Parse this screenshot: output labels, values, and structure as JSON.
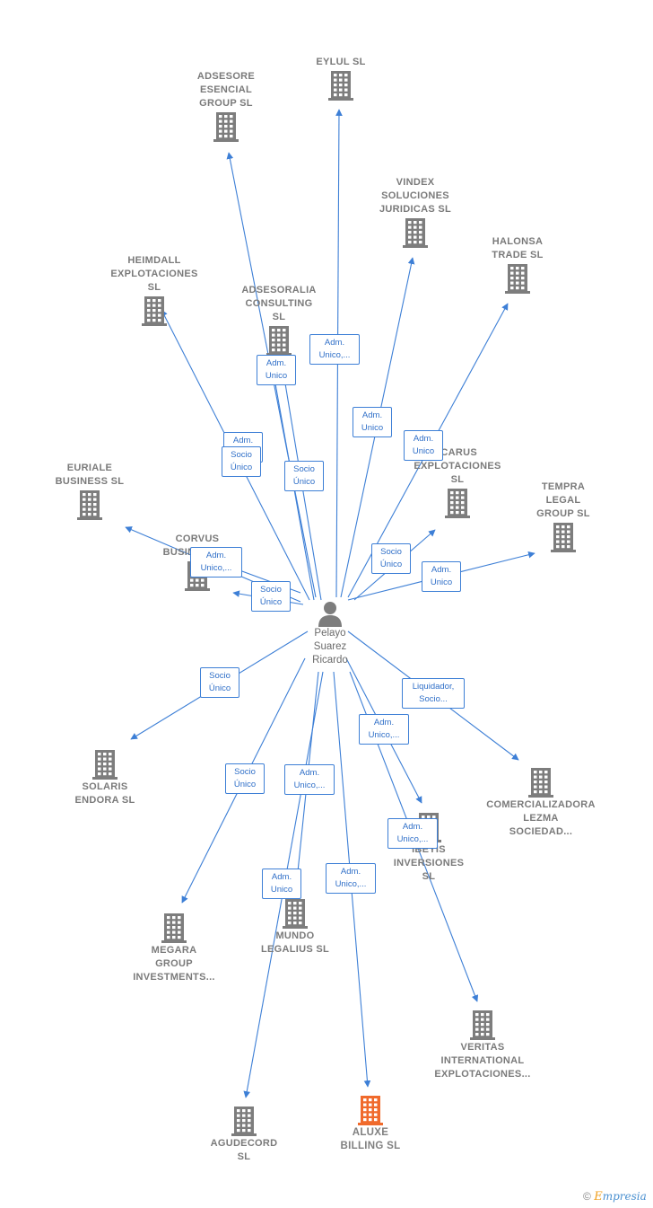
{
  "person": {
    "name": "Pelayo\nSuarez\nRicardo"
  },
  "colors": {
    "edge": "#3d7fd6",
    "company_icon": "#7d7d7d",
    "main_company_icon": "#f06a2c"
  },
  "companies": [
    {
      "id": "eylul",
      "label": "EYLUL SL"
    },
    {
      "id": "adsesore",
      "label": "ADSESORE\nESENCIAL\nGROUP SL"
    },
    {
      "id": "vindex",
      "label": "VINDEX\nSOLUCIONES\nJURIDICAS SL"
    },
    {
      "id": "halonsa",
      "label": "HALONSA\nTRADE SL"
    },
    {
      "id": "heimdall",
      "label": "HEIMDALL\nEXPLOTACIONES\nSL"
    },
    {
      "id": "adsesoralia",
      "label": "ADSESORALIA\nCONSULTING\nSL"
    },
    {
      "id": "icarus",
      "label": "ICARUS\nEXPLOTACIONES\nSL"
    },
    {
      "id": "euriale",
      "label": "EURIALE\nBUSINESS SL"
    },
    {
      "id": "tempra",
      "label": "TEMPRA\nLEGAL\nGROUP SL"
    },
    {
      "id": "corvus",
      "label": "CORVUS\nBUSINESS SL"
    },
    {
      "id": "solaris",
      "label": "SOLARIS\nENDORA SL"
    },
    {
      "id": "comercializadora",
      "label": "COMERCIALIZADORA\nLEZMA\nSOCIEDAD..."
    },
    {
      "id": "ibeyis",
      "label": "IBEYIS\nINVERSIONES\nSL"
    },
    {
      "id": "megara",
      "label": "MEGARA\nGROUP\nINVESTMENTS..."
    },
    {
      "id": "mundo",
      "label": "MUNDO\nLEGALIUS SL"
    },
    {
      "id": "veritas",
      "label": "VERITAS\nINTERNATIONAL\nEXPLOTACIONES..."
    },
    {
      "id": "agudecord",
      "label": "AGUDECORD\nSL"
    },
    {
      "id": "aluxe",
      "label": "ALUXE\nBILLING SL",
      "main": true
    }
  ],
  "relations": [
    {
      "id": "r-eylul",
      "label": "Adm.\nUnico,..."
    },
    {
      "id": "r-adsesoralia",
      "label": "Adm.\nUnico"
    },
    {
      "id": "r-vindex",
      "label": "Adm.\nUnico"
    },
    {
      "id": "r-halonsa",
      "label": "Adm.\nUnico"
    },
    {
      "id": "r-heimdall-adm",
      "label": "Adm.\nUnico"
    },
    {
      "id": "r-heimdall-socio",
      "label": "Socio\nÚnico"
    },
    {
      "id": "r-adsesore",
      "label": "Socio\nÚnico"
    },
    {
      "id": "r-corvus-adm",
      "label": "Adm.\nUnico,..."
    },
    {
      "id": "r-corvus-socio",
      "label": "Socio\nÚnico"
    },
    {
      "id": "r-icarus",
      "label": "Socio\nÚnico"
    },
    {
      "id": "r-tempra",
      "label": "Adm.\nUnico"
    },
    {
      "id": "r-solaris",
      "label": "Socio\nÚnico"
    },
    {
      "id": "r-comercializadora",
      "label": "Liquidador,\nSocio..."
    },
    {
      "id": "r-ibeyis",
      "label": "Adm.\nUnico,..."
    },
    {
      "id": "r-megara",
      "label": "Socio\nÚnico"
    },
    {
      "id": "r-mundo",
      "label": "Adm.\nUnico,..."
    },
    {
      "id": "r-agudecord",
      "label": "Adm.\nUnico"
    },
    {
      "id": "r-aluxe",
      "label": "Adm.\nUnico,..."
    },
    {
      "id": "r-veritas",
      "label": "Adm.\nUnico,..."
    }
  ],
  "brand": {
    "copyright": "©",
    "first": "E",
    "rest": "mpresia"
  }
}
